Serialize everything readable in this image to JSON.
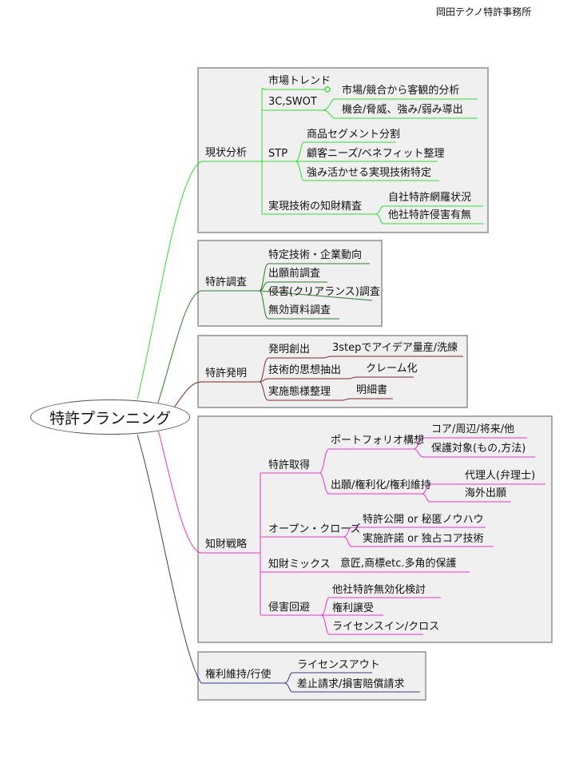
{
  "credit": "岡田テクノ特許事務所",
  "central_topic": "特許プランニング",
  "colors": {
    "genjo": "#33dd33",
    "chosa": "#2f7a2f",
    "hatsumei": "#7a2a2a",
    "senryaku": "#ee33cc",
    "iji": "#3a3a88"
  },
  "groups": {
    "genjo": {
      "label": "現状分析",
      "market_trend": "市場トレンド",
      "swot": "3C,SWOT",
      "swot_children": [
        "市場/競合から客観的分析",
        "機会/脅威、強み/弱み導出"
      ],
      "stp": "STP",
      "stp_children": [
        "商品セグメント分割",
        "顧客ニーズ/ベネフィット整理",
        "強み活かせる実現技術特定"
      ],
      "ip_review": "実現技術の知財精査",
      "ip_review_children": [
        "自社特許網羅状況",
        "他社特許侵害有無"
      ]
    },
    "chosa": {
      "label": "特許調査",
      "children": [
        "特定技術・企業動向",
        "出願前調査",
        "侵害(クリアランス)調査",
        "無効資料調査"
      ]
    },
    "hatsumei": {
      "label": "特許発明",
      "items": [
        {
          "label": "発明創出",
          "child": "3stepでアイデア量産/洗練"
        },
        {
          "label": "技術的思想抽出",
          "child": "クレーム化"
        },
        {
          "label": "実施態様整理",
          "child": "明細書"
        }
      ]
    },
    "senryaku": {
      "label": "知財戦略",
      "acquire": "特許取得",
      "portfolio": "ポートフォリオ構想",
      "portfolio_children": [
        "コア/周辺/将来/他",
        "保護対象(もの,方法)"
      ],
      "filing": "出願/権利化/権利維持",
      "filing_children": [
        "代理人(弁理士)",
        "海外出願"
      ],
      "open_close": "オープン・クローズ",
      "open_close_children": [
        "特許公開 or 秘匿ノウハウ",
        "実施許諾 or 独占コア技術"
      ],
      "mix": "知財ミックス",
      "mix_child": "意匠,商標etc.多角的保護",
      "avoid": "侵害回避",
      "avoid_children": [
        "他社特許無効化検討",
        "権利譲受",
        "ライセンスイン/クロス"
      ]
    },
    "iji": {
      "label": "権利維持/行使",
      "children": [
        "ライセンスアウト",
        "差止請求/損害賠償請求"
      ]
    }
  }
}
